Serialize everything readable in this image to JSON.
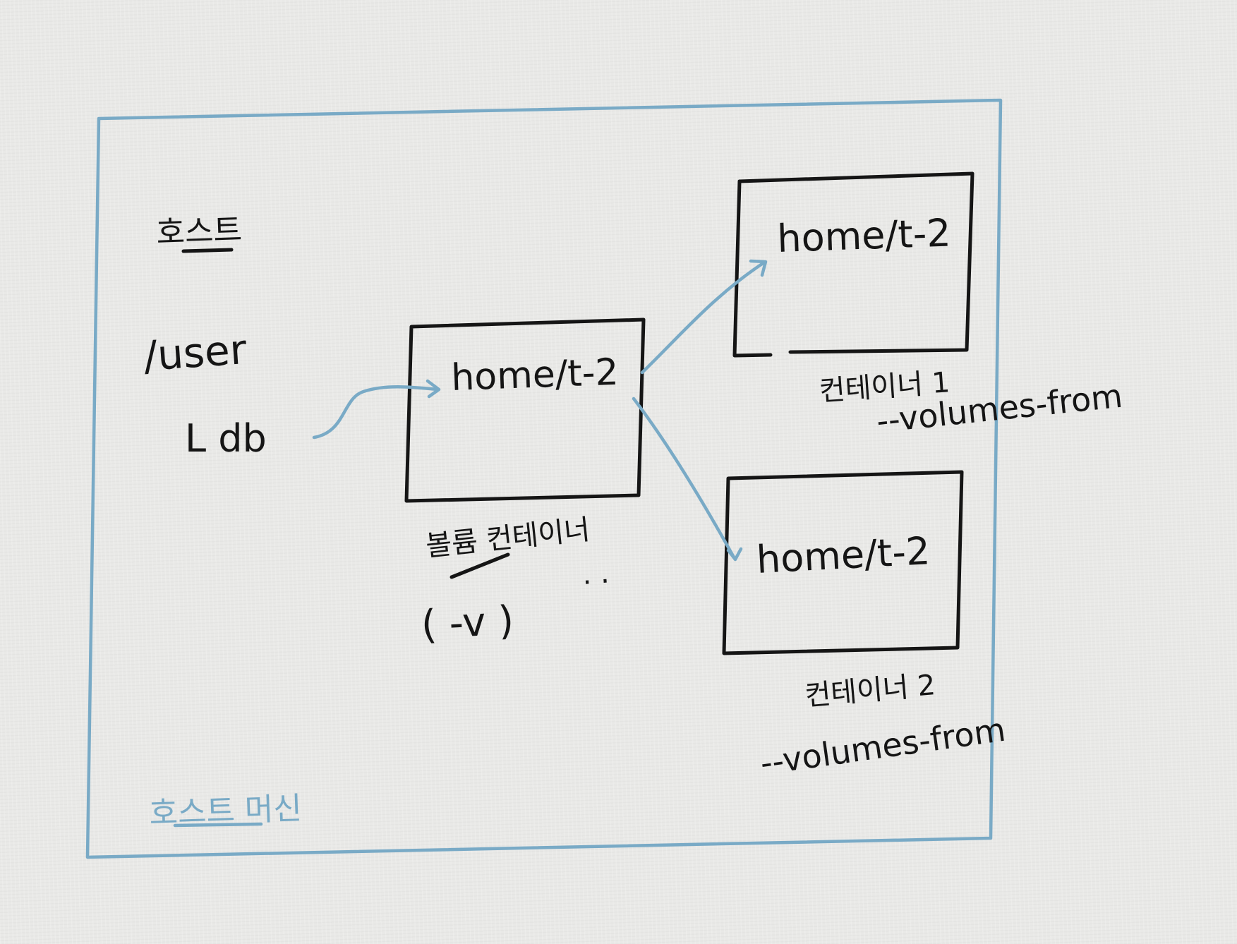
{
  "colors": {
    "paper": "#e9e9e7",
    "ink": "#151515",
    "accent": "#79aac6"
  },
  "host": {
    "label": "호스트",
    "machine_label": "호스트 머신",
    "path_root": "/user",
    "path_child": "L db"
  },
  "volume_container": {
    "path": "home/t-2",
    "label": "볼륨 컨테이너",
    "ellipsis": ". .",
    "flag": "( -v )"
  },
  "container1": {
    "path": "home/t-2",
    "label": "컨테이너 1",
    "flag": "--volumes-from"
  },
  "container2": {
    "path": "home/t-2",
    "label": "컨테이너 2",
    "flag": "--volumes-from"
  }
}
